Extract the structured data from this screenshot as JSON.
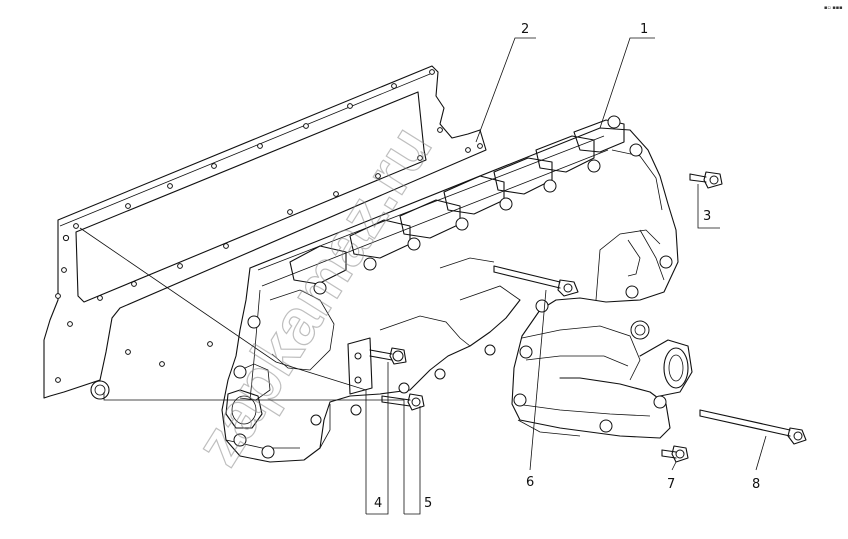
{
  "drawing": {
    "callouts": [
      "1",
      "2",
      "3",
      "4",
      "5",
      "6",
      "7",
      "8"
    ],
    "watermark": "zapkamaz.ru",
    "corner_mark": "▪▫ ▪▪▪"
  }
}
